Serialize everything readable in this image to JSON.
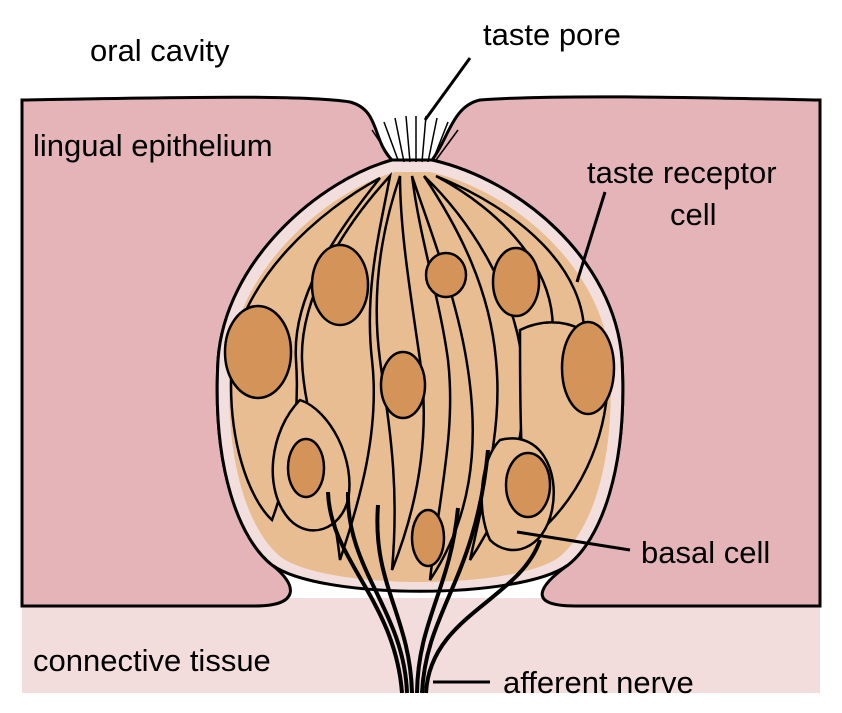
{
  "labels": {
    "oral_cavity": "oral cavity",
    "taste_pore": "taste pore",
    "lingual_epithelium": "lingual epithelium",
    "taste_receptor_cell_line1": "taste receptor",
    "taste_receptor_cell_line2": "cell",
    "basal_cell": "basal cell",
    "connective_tissue": "connective tissue",
    "afferent_nerve": "afferent nerve"
  },
  "colors": {
    "epithelium": "#e4b4b9",
    "connective_tissue": "#f3dcdc",
    "taste_bud_membrane": "#f3dede",
    "cell_body": "#e8bd92",
    "nucleus": "#d49358",
    "outline": "#000000"
  }
}
